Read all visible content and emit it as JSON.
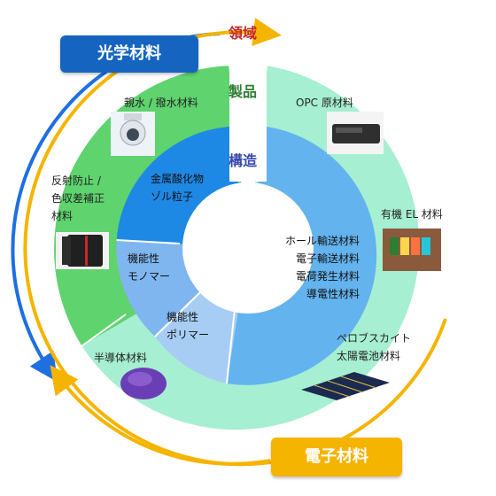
{
  "domain_label": "領域",
  "product_label": "製品",
  "structure_label": "構造",
  "optical_banner": "光学材料",
  "electronic_banner": "電子材料",
  "products": {
    "hydrophilic": "親水 / 撥水材料",
    "antireflection": "反射防止 /\n色収差補正\n材料",
    "semiconductor": "半導体材料",
    "opc": "OPC 原材料",
    "organic_el": "有機 EL 材料",
    "perovskite": "ペロブスカイト\n太陽電池材料"
  },
  "structures": {
    "metal_oxide": "金属酸化物\nゾル粒子",
    "monomer": "機能性\nモノマー",
    "polymer": "機能性\nポリマー",
    "transport": "ホール輸送材料\n電子輸送材料\n電荷発生材料\n導電性材料"
  },
  "colors": {
    "outer_green": "#5ed36e",
    "outer_mint": "#a6efd2",
    "inner_blue": "#1e88e5",
    "inner_mid_blue": "#7fb6f0",
    "inner_light_blue": "#a7cdf5",
    "inner_sky": "#63b3ee",
    "arrow_blue": "#1e6fe0",
    "arrow_yellow": "#f5b400",
    "product_text": "#2e7d32",
    "structure_text": "#3949ab",
    "domain_text": "#c62828"
  },
  "icons": {
    "hydrophilic": "security-camera-icon",
    "antireflection": "camera-lens-icon",
    "semiconductor": "silicon-wafer-icon",
    "opc": "toner-cartridge-icon",
    "organic_el": "oled-panel-icon",
    "perovskite": "solar-cell-film-icon"
  }
}
